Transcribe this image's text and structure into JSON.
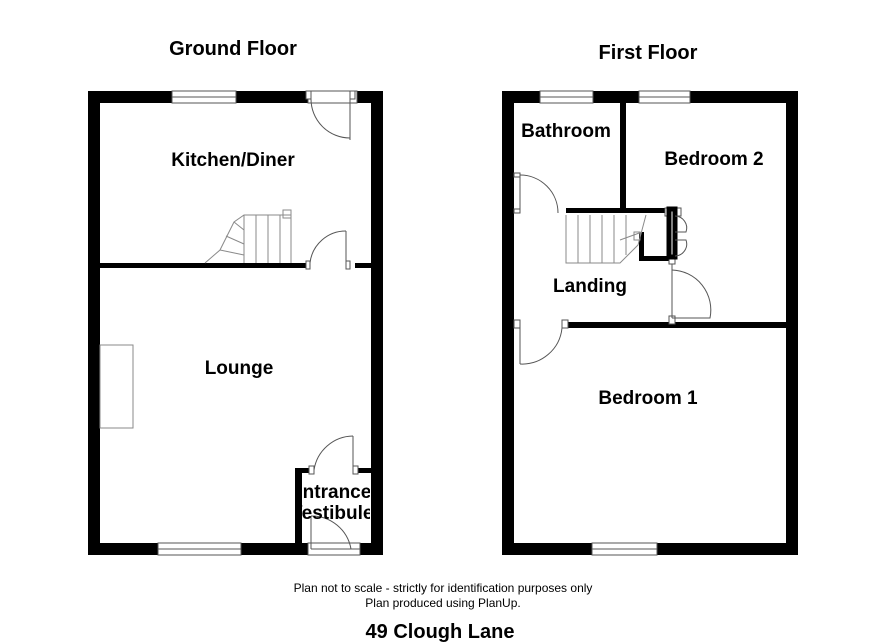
{
  "floors": {
    "ground": {
      "title": "Ground Floor",
      "rooms": {
        "kitchen": "Kitchen/Diner",
        "lounge": "Lounge",
        "entrance_line1": "Entrance",
        "entrance_line2": "Vestibule"
      }
    },
    "first": {
      "title": "First Floor",
      "rooms": {
        "bathroom": "Bathroom",
        "bedroom2": "Bedroom 2",
        "landing": "Landing",
        "bedroom1": "Bedroom 1"
      }
    }
  },
  "footer": {
    "disclaimer": "Plan not to scale - strictly for identification purposes only",
    "produced_by": "Plan produced using PlanUp.",
    "address": "49 Clough Lane"
  },
  "colors": {
    "wall": "#000000",
    "fixture": "#8a8a8a",
    "background": "#ffffff"
  }
}
